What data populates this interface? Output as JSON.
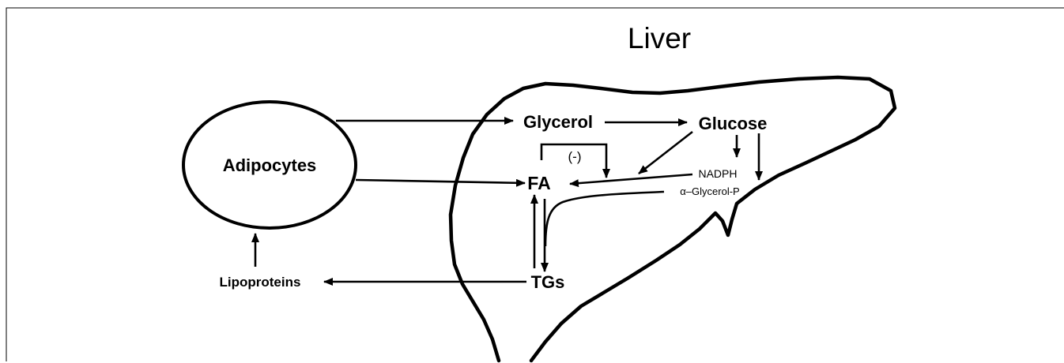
{
  "title": "Liver",
  "nodes": {
    "adipocytes": "Adipocytes",
    "glycerol": "Glycerol",
    "glucose": "Glucose",
    "fa": "FA",
    "nadph": "NADPH",
    "alpha_glycerol_p": "α–Glycerol-P",
    "tgs": "TGs",
    "lipoproteins": "Lipoproteins",
    "inhibition": "(-)"
  },
  "colors": {
    "line": "#000000",
    "background": "#ffffff"
  }
}
